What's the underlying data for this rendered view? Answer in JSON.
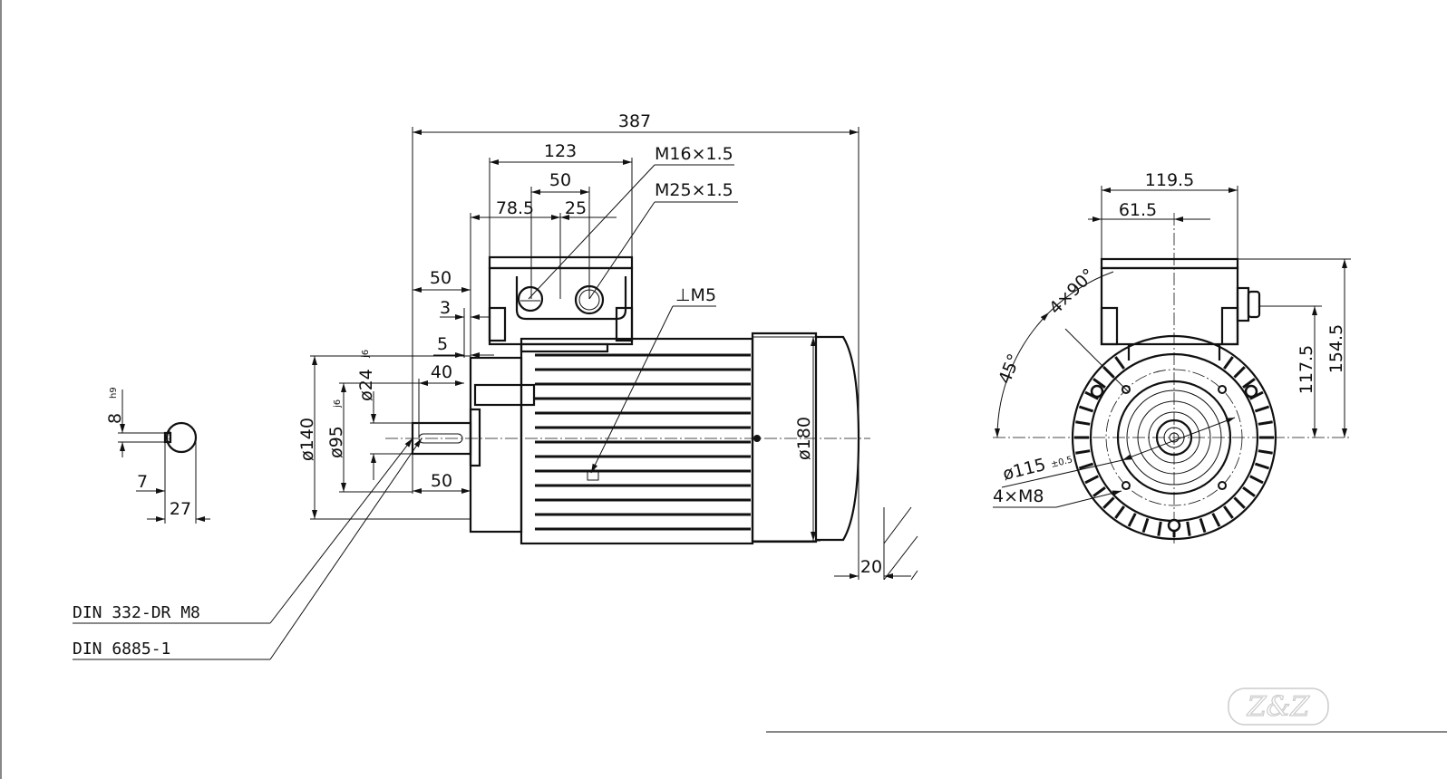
{
  "side_view": {
    "overall_length": "387",
    "terminal_box_width": "123",
    "gland_spacing": "50",
    "box_offset": "78.5",
    "gland_offset": "25",
    "gland_small": "M16×1.5",
    "gland_large": "M25×1.5",
    "flange_offset": "50",
    "flange_thickness": "3",
    "spigot_depth": "5",
    "key_length": "40",
    "shaft_length": "50",
    "flange_diameter": "ø140",
    "spigot_diameter": "ø95",
    "spigot_tolerance": "j6",
    "shaft_diameter": "ø24",
    "shaft_tolerance": "j6",
    "frame_diameter": "ø180",
    "earth_terminal": "⊥M5",
    "foot_offset": "20"
  },
  "shaft_section": {
    "key_width": "8",
    "key_tolerance": "h9",
    "key_depth": "7",
    "shaft_height": "27"
  },
  "callouts": {
    "center_hole": "DIN 332-DR M8",
    "key_standard": "DIN 6885-1"
  },
  "front_view": {
    "box_width": "119.5",
    "box_center_offset": "61.5",
    "overall_height": "154.5",
    "gland_height": "117.5",
    "angle_start": "45°",
    "angle_pattern": "4×90°",
    "bolt_circle": "ø115",
    "bolt_circle_tolerance": "±0.5",
    "bolt_holes": "4×M8"
  },
  "logo": {
    "text": "Z&Z"
  }
}
